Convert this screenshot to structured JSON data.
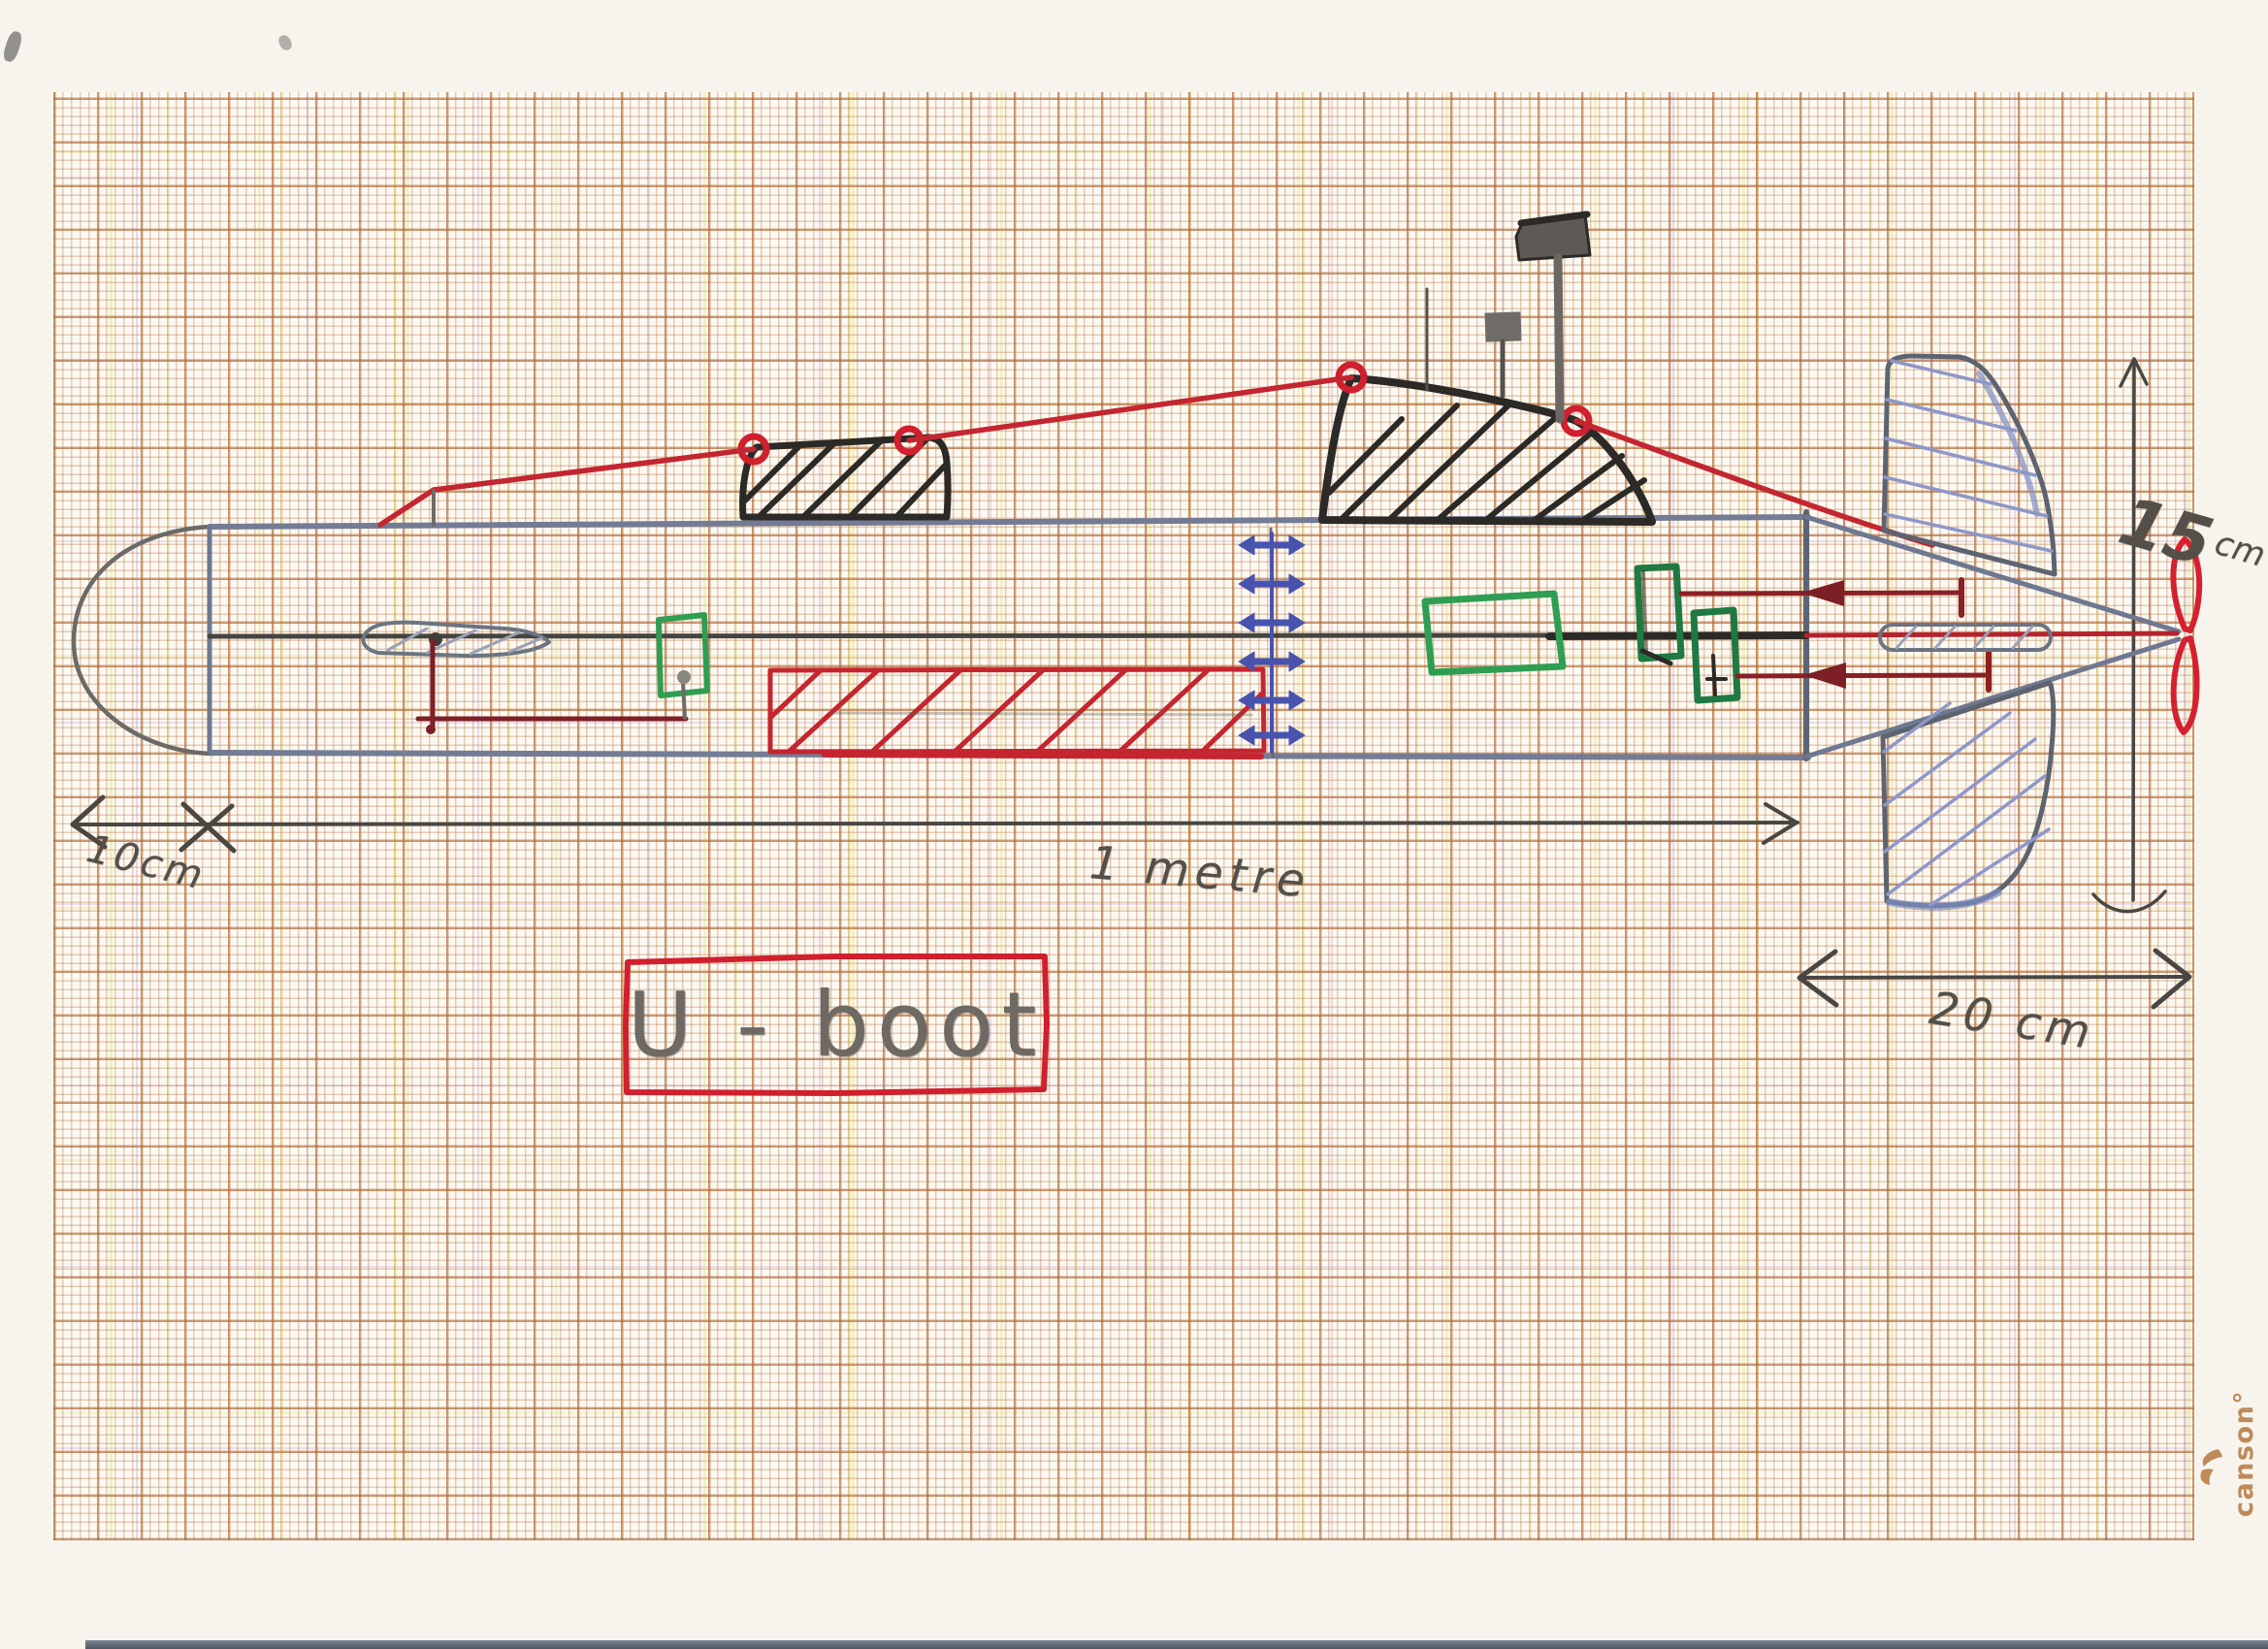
{
  "document": {
    "type": "hand-drawn technical sketch on millimeter graph paper",
    "subject": "U-boot (submarine) side-view plan"
  },
  "title_box": {
    "label": "U - boot",
    "box_color": "#d0202e",
    "text_color": "#6e6962"
  },
  "dimensions": {
    "bow_offset": {
      "label": "10cm"
    },
    "overall_length": {
      "label": "1 metre"
    },
    "tail_height": {
      "value": "15",
      "unit": "cm"
    },
    "tail_section_length": {
      "label": "20 cm"
    }
  },
  "paper": {
    "brand_logo": "canson",
    "brand_mark": "°",
    "grid_color": "#c8824e",
    "paper_color": "#fcf9f2",
    "accent_yellow": "#e4dc6e",
    "accent_purple": "#ba96d6"
  },
  "inks": {
    "pencil": "#57534d",
    "hull_blue_gray": "#747d95",
    "red_pen": "#c5232e",
    "bright_red": "#d6202f",
    "dark_red": "#7c2026",
    "green_marker": "#2f9e52",
    "dark_green": "#1e7a42",
    "chain_blue": "#4853ae",
    "fin_hatch_blue": "#8e97c9",
    "black_marker": "#2c2a27"
  },
  "parts": [
    "hull",
    "bow-cap",
    "centerline",
    "forward-deck-casing",
    "conning-tower",
    "periscope-masts",
    "snorkel-flag-mast",
    "tow-cable",
    "cable-rings",
    "bow-dive-plane",
    "bow-actuator-box",
    "linkage-rods",
    "ballast-tank-hatched",
    "chain-linkage",
    "motor-box",
    "valve-boxes",
    "stern-control-rods",
    "propeller-shaft",
    "upper-tail-fin",
    "lower-tail-fin",
    "propeller",
    "dimension-arrows"
  ]
}
